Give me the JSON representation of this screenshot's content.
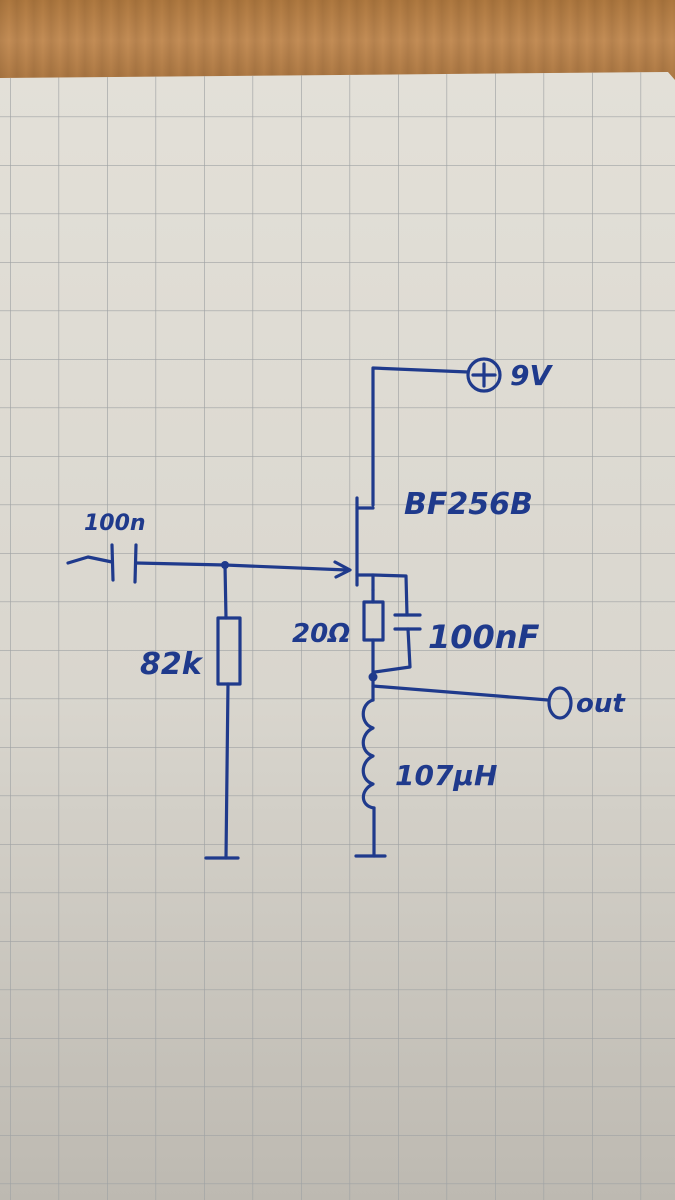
{
  "diagram": {
    "supply_label": "9V",
    "transistor_label": "BF256B",
    "input_cap_label": "100n",
    "gate_resistor_label": "82k",
    "source_resistor_label": "20Ω",
    "bypass_cap_label": "100nF",
    "inductor_label": "107μH",
    "output_label": "out"
  },
  "colors": {
    "ink": "#1f3a8c",
    "paper": "#dedbd3",
    "grid": "#9a9da0"
  }
}
